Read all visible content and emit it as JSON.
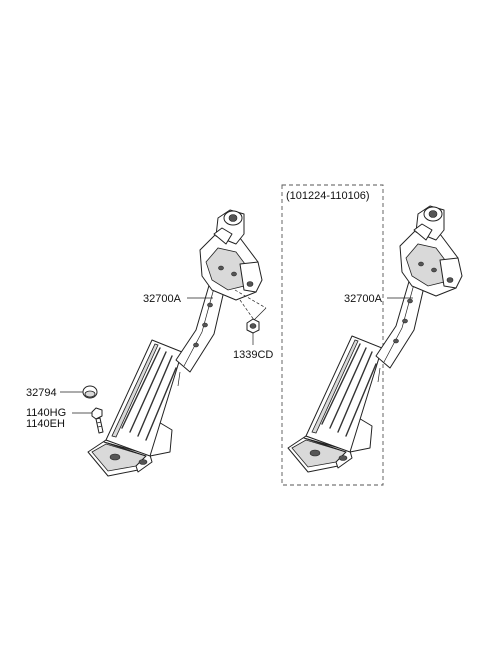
{
  "labels": {
    "pedal_left": "32700A",
    "nut": "1339CD",
    "cap": "32794",
    "bolt_1": "1140HG",
    "bolt_2": "1140EH",
    "pedal_right": "32700A",
    "variant_range": "(101224-110106)"
  },
  "icons": {
    "pedal_left": "accelerator-pedal-assembly",
    "pedal_right": "accelerator-pedal-assembly",
    "nut": "hex-nut",
    "cap": "rubber-cap",
    "bolt": "bolt"
  }
}
